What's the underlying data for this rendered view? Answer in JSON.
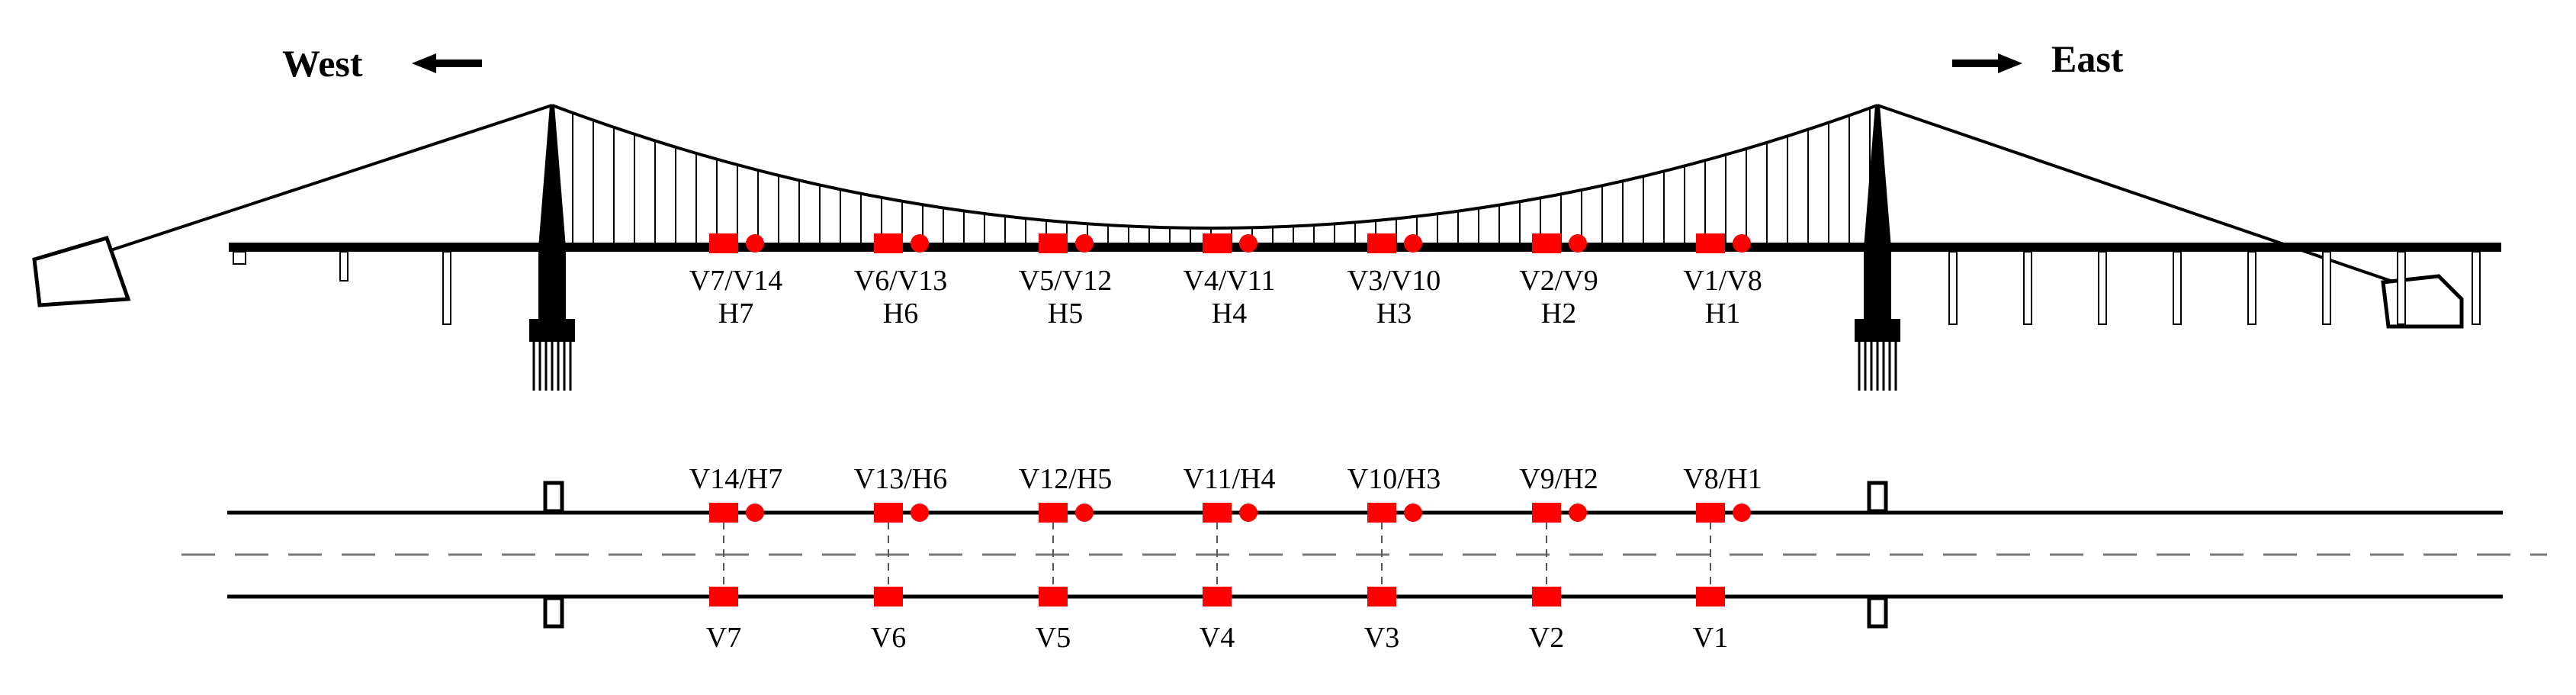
{
  "directions": {
    "west": "West",
    "east": "East"
  },
  "colors": {
    "sensor": "#ff0000",
    "structure": "#000000",
    "centerline": "#777777"
  },
  "elevation": {
    "sensors": [
      {
        "id": "s1",
        "top": "V1/V8",
        "bottom": "H1"
      },
      {
        "id": "s2",
        "top": "V2/V9",
        "bottom": "H2"
      },
      {
        "id": "s3",
        "top": "V3/V10",
        "bottom": "H3"
      },
      {
        "id": "s4",
        "top": "V4/V11",
        "bottom": "H4"
      },
      {
        "id": "s5",
        "top": "V5/V12",
        "bottom": "H5"
      },
      {
        "id": "s6",
        "top": "V6/V13",
        "bottom": "H6"
      },
      {
        "id": "s7",
        "top": "V7/V14",
        "bottom": "H7"
      }
    ]
  },
  "plan": {
    "sensors": [
      {
        "id": "s1",
        "top": "V8/H1",
        "bottom": "V1"
      },
      {
        "id": "s2",
        "top": "V9/H2",
        "bottom": "V2"
      },
      {
        "id": "s3",
        "top": "V10/H3",
        "bottom": "V3"
      },
      {
        "id": "s4",
        "top": "V11/H4",
        "bottom": "V4"
      },
      {
        "id": "s5",
        "top": "V12/H5",
        "bottom": "V5"
      },
      {
        "id": "s6",
        "top": "V13/H6",
        "bottom": "V6"
      },
      {
        "id": "s7",
        "top": "V14/H7",
        "bottom": "V7"
      }
    ]
  }
}
